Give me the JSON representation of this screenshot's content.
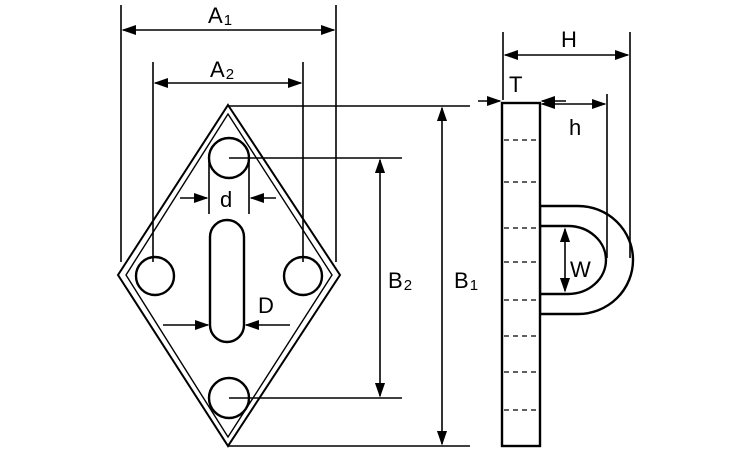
{
  "labels": {
    "A1": {
      "main": "A",
      "sub": "1"
    },
    "A2": {
      "main": "A",
      "sub": "2"
    },
    "B1": {
      "main": "B",
      "sub": "1"
    },
    "B2": {
      "main": "B",
      "sub": "2"
    },
    "d": "d",
    "D": "D",
    "H": "H",
    "T": "T",
    "h": "h",
    "W": "W"
  },
  "colors": {
    "line": "#000000",
    "part_fill": "#ffffff",
    "background": "#ffffff"
  }
}
